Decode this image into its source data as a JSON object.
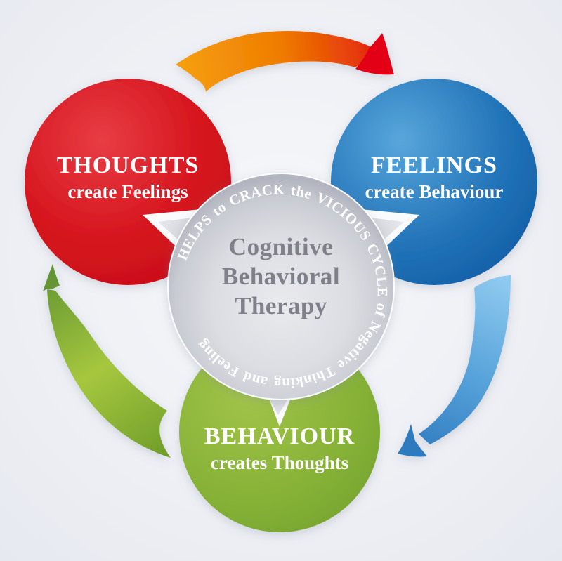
{
  "diagram": {
    "title": "Cognitive Behavioral Therapy vicious cycle diagram",
    "center": {
      "line1": "Cognitive",
      "line2": "Behavioral",
      "line3": "Therapy",
      "ring_text": "HELPS to CRACK the VICIOUS CYCLE of Negative Thinking and Feeling"
    },
    "nodes": [
      {
        "id": "thoughts",
        "title": "THOUGHTS",
        "subtitle": "create Feelings",
        "position": "top-left"
      },
      {
        "id": "feelings",
        "title": "FEELINGS",
        "subtitle": "create Behaviour",
        "position": "top-right"
      },
      {
        "id": "behaviour",
        "title": "BEHAVIOUR",
        "subtitle": "creates Thoughts",
        "position": "bottom"
      }
    ],
    "arrows": [
      {
        "id": "thoughts-to-feelings",
        "from": "THOUGHTS",
        "to": "FEELINGS",
        "position": "top"
      },
      {
        "id": "feelings-to-behaviour",
        "from": "FEELINGS",
        "to": "BEHAVIOUR",
        "position": "right"
      },
      {
        "id": "behaviour-to-thoughts",
        "from": "BEHAVIOUR",
        "to": "THOUGHTS",
        "position": "left"
      }
    ]
  },
  "colors": {
    "background": [
      "#f7f8fb",
      "#edeff4",
      "#e6e8f0"
    ],
    "red": [
      "#e83d44",
      "#d5141d",
      "#c40d16"
    ],
    "blue": [
      "#58a6db",
      "#2173b8",
      "#0e56a0"
    ],
    "green": [
      "#a2c449",
      "#85b136",
      "#6f9e2a"
    ],
    "silver": [
      "#e9eaee",
      "#dcdde2",
      "#c9cbd3",
      "#b2b4bf"
    ],
    "tail": [
      "#c9cbd3",
      "#eff0f3"
    ],
    "notch": "#fafbfd",
    "arrow_orange": [
      "#f6a113",
      "#ef7d00",
      "#e63a0a",
      "#e30613"
    ],
    "arrow_blue": [
      "#8ec9ef",
      "#57a3da",
      "#2e7abf"
    ],
    "arrow_green": [
      "#6f9d2a",
      "#a6c73e",
      "#639631"
    ],
    "text_white": "#ffffff",
    "text_center": "#7e8189"
  }
}
